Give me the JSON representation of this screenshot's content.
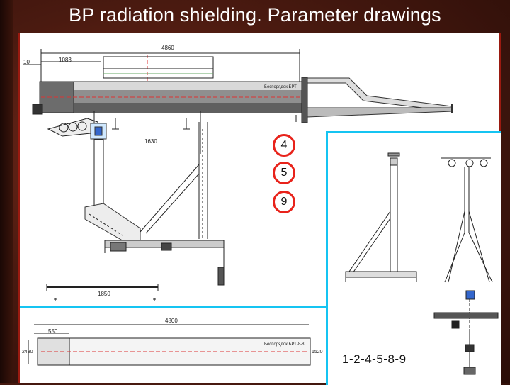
{
  "slide": {
    "title": "BP radiation shielding. Parameter drawings"
  },
  "drawing": {
    "dimensions": {
      "overall_length": "4860",
      "left_length": "1083",
      "left_marker": "10",
      "height": "1630",
      "base_length": "1850",
      "bottom_length": "4800",
      "bottom_left": "550",
      "bottom_h1": "2490",
      "bottom_h2": "1520"
    },
    "labels": {
      "beam_tag": "Беспорядок БРТ",
      "bottom_tag": "Беспорядок БРТ-8-8"
    },
    "markers": [
      "4",
      "5",
      "9"
    ],
    "sequence": "1-2-4-5-8-9"
  },
  "colors": {
    "accent_panel_border": "#15c4f2",
    "marker_border": "#e8231b",
    "sheet_border": "#9a1a10"
  }
}
